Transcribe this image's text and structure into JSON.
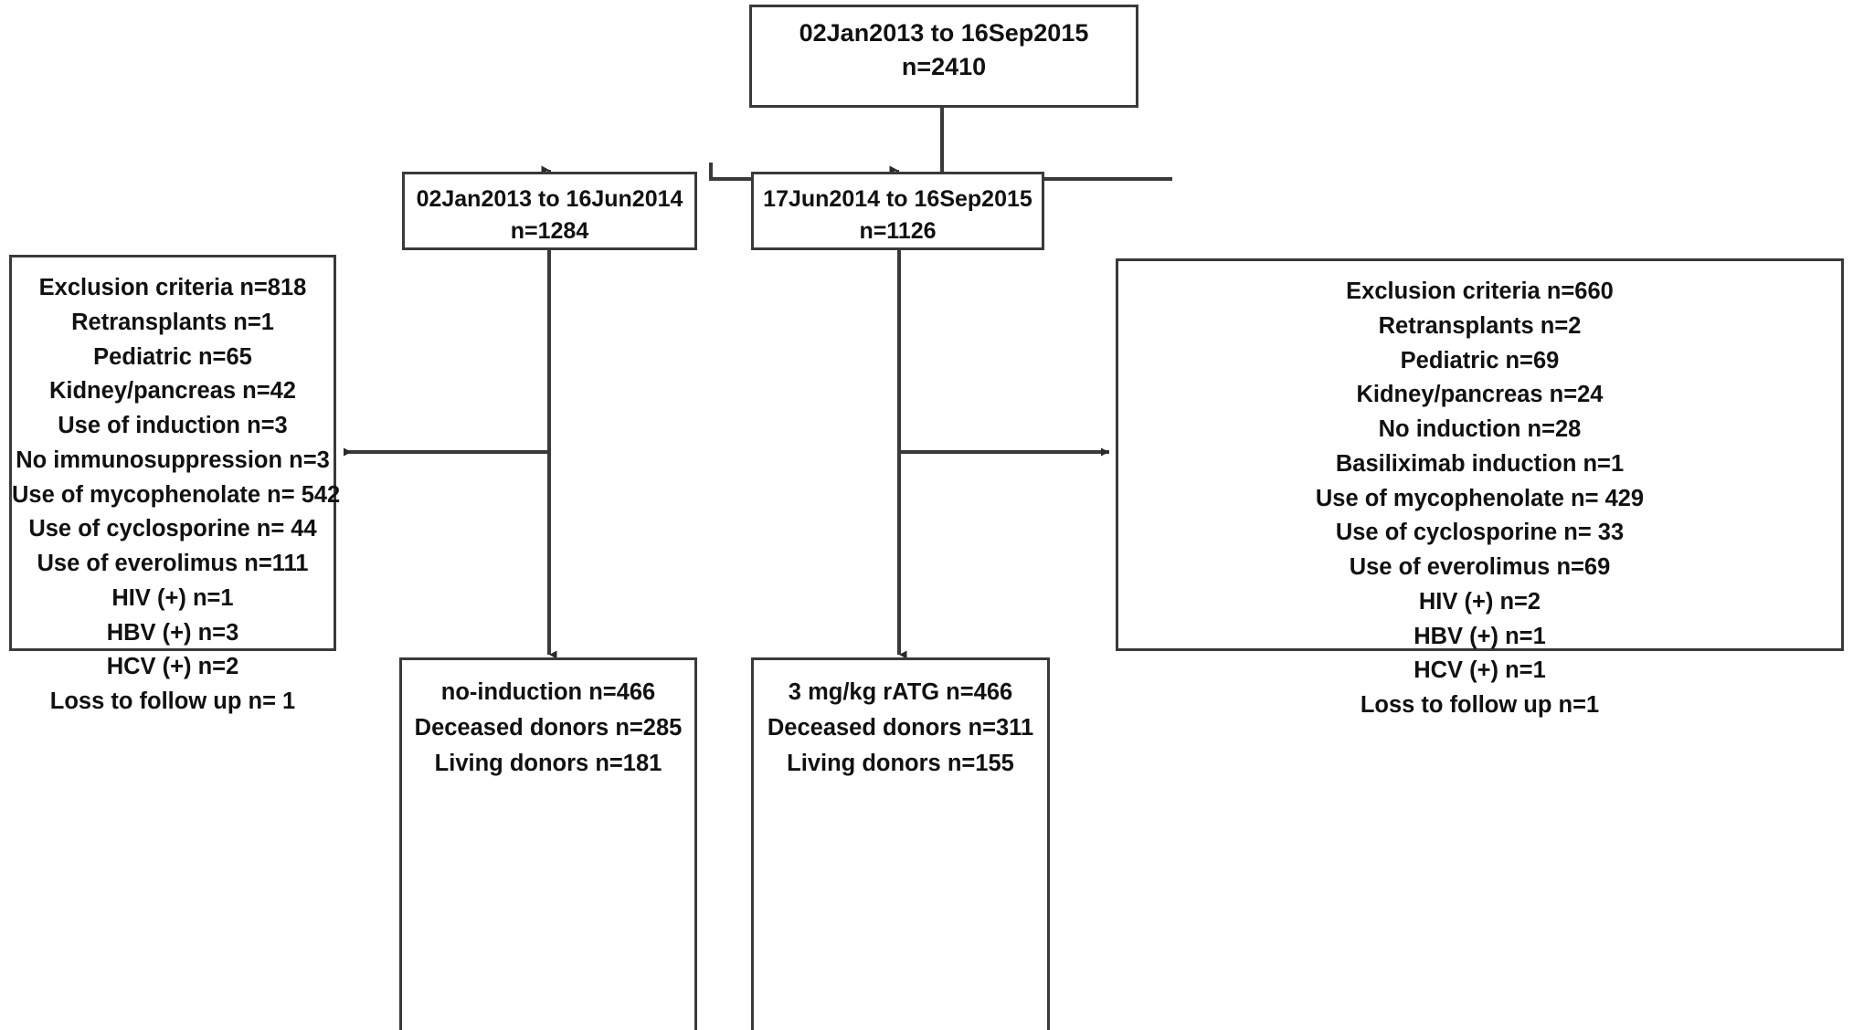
{
  "diagram": {
    "type": "flowchart",
    "title_present": false,
    "colors": {
      "box_border": "#3a3a3a",
      "connector": "#3a3a3a",
      "background": "#ffffff",
      "text": "#111111"
    },
    "nodes": {
      "root": {
        "lines": [
          "02Jan2013 to 16Sep2015",
          "n=2410"
        ],
        "period": "02Jan2013 to 16Sep2015",
        "n": "n=2410"
      },
      "period_left": {
        "lines": [
          "02Jan2013 to 16Jun2014",
          "n=1284"
        ],
        "period": "02Jan2013 to 16Jun2014",
        "n": "n=1284"
      },
      "period_right": {
        "lines": [
          "17Jun2014 to 16Sep2015",
          "n=1126"
        ],
        "period": "17Jun2014 to 16Sep2015",
        "n": "n=1126"
      },
      "exclusion_left": {
        "header": "Exclusion criteria n=818",
        "items": [
          "Retransplants n=1",
          "Pediatric n=65",
          "Kidney/pancreas n=42",
          "Use of induction  n=3",
          "No immunosuppression  n=3",
          "Use of mycophenolate  n= 542",
          "Use of cyclosporine n= 44",
          "Use of everolimus  n=111",
          "HIV (+) n=1",
          "HBV (+) n=3",
          "HCV (+) n=2",
          "Loss to follow up n= 1"
        ]
      },
      "exclusion_right": {
        "header": "Exclusion criteria n=660",
        "items": [
          "Retransplants n=2",
          "Pediatric n=69",
          "Kidney/pancreas n=24",
          "No induction  n=28",
          "Basiliximab induction n=1",
          "Use of mycophenolate  n= 429",
          "Use of cyclosporine n= 33",
          "Use of everolimus  n=69",
          "HIV (+) n=2",
          "HBV (+) n=1",
          "HCV (+) n=1",
          "Loss to follow up n=1"
        ]
      },
      "outcome_left": {
        "header": "no-induction  n=466",
        "items": [
          "Deceased donors  n=285",
          "Living donors  n=181"
        ]
      },
      "outcome_right": {
        "header": "3 mg/kg rATG n=466",
        "items": [
          "Deceased donors n=311",
          "Living donors n=155"
        ]
      }
    },
    "edges": [
      {
        "from": "root",
        "to": "period_left",
        "style": "elbow-arrow-down"
      },
      {
        "from": "root",
        "to": "period_right",
        "style": "elbow-arrow-down"
      },
      {
        "from": "period_left",
        "to": "exclusion_left",
        "style": "arrow-left"
      },
      {
        "from": "period_left",
        "to": "outcome_left",
        "style": "arrow-down"
      },
      {
        "from": "period_right",
        "to": "exclusion_right",
        "style": "arrow-right"
      },
      {
        "from": "period_right",
        "to": "outcome_right",
        "style": "arrow-down"
      }
    ]
  }
}
